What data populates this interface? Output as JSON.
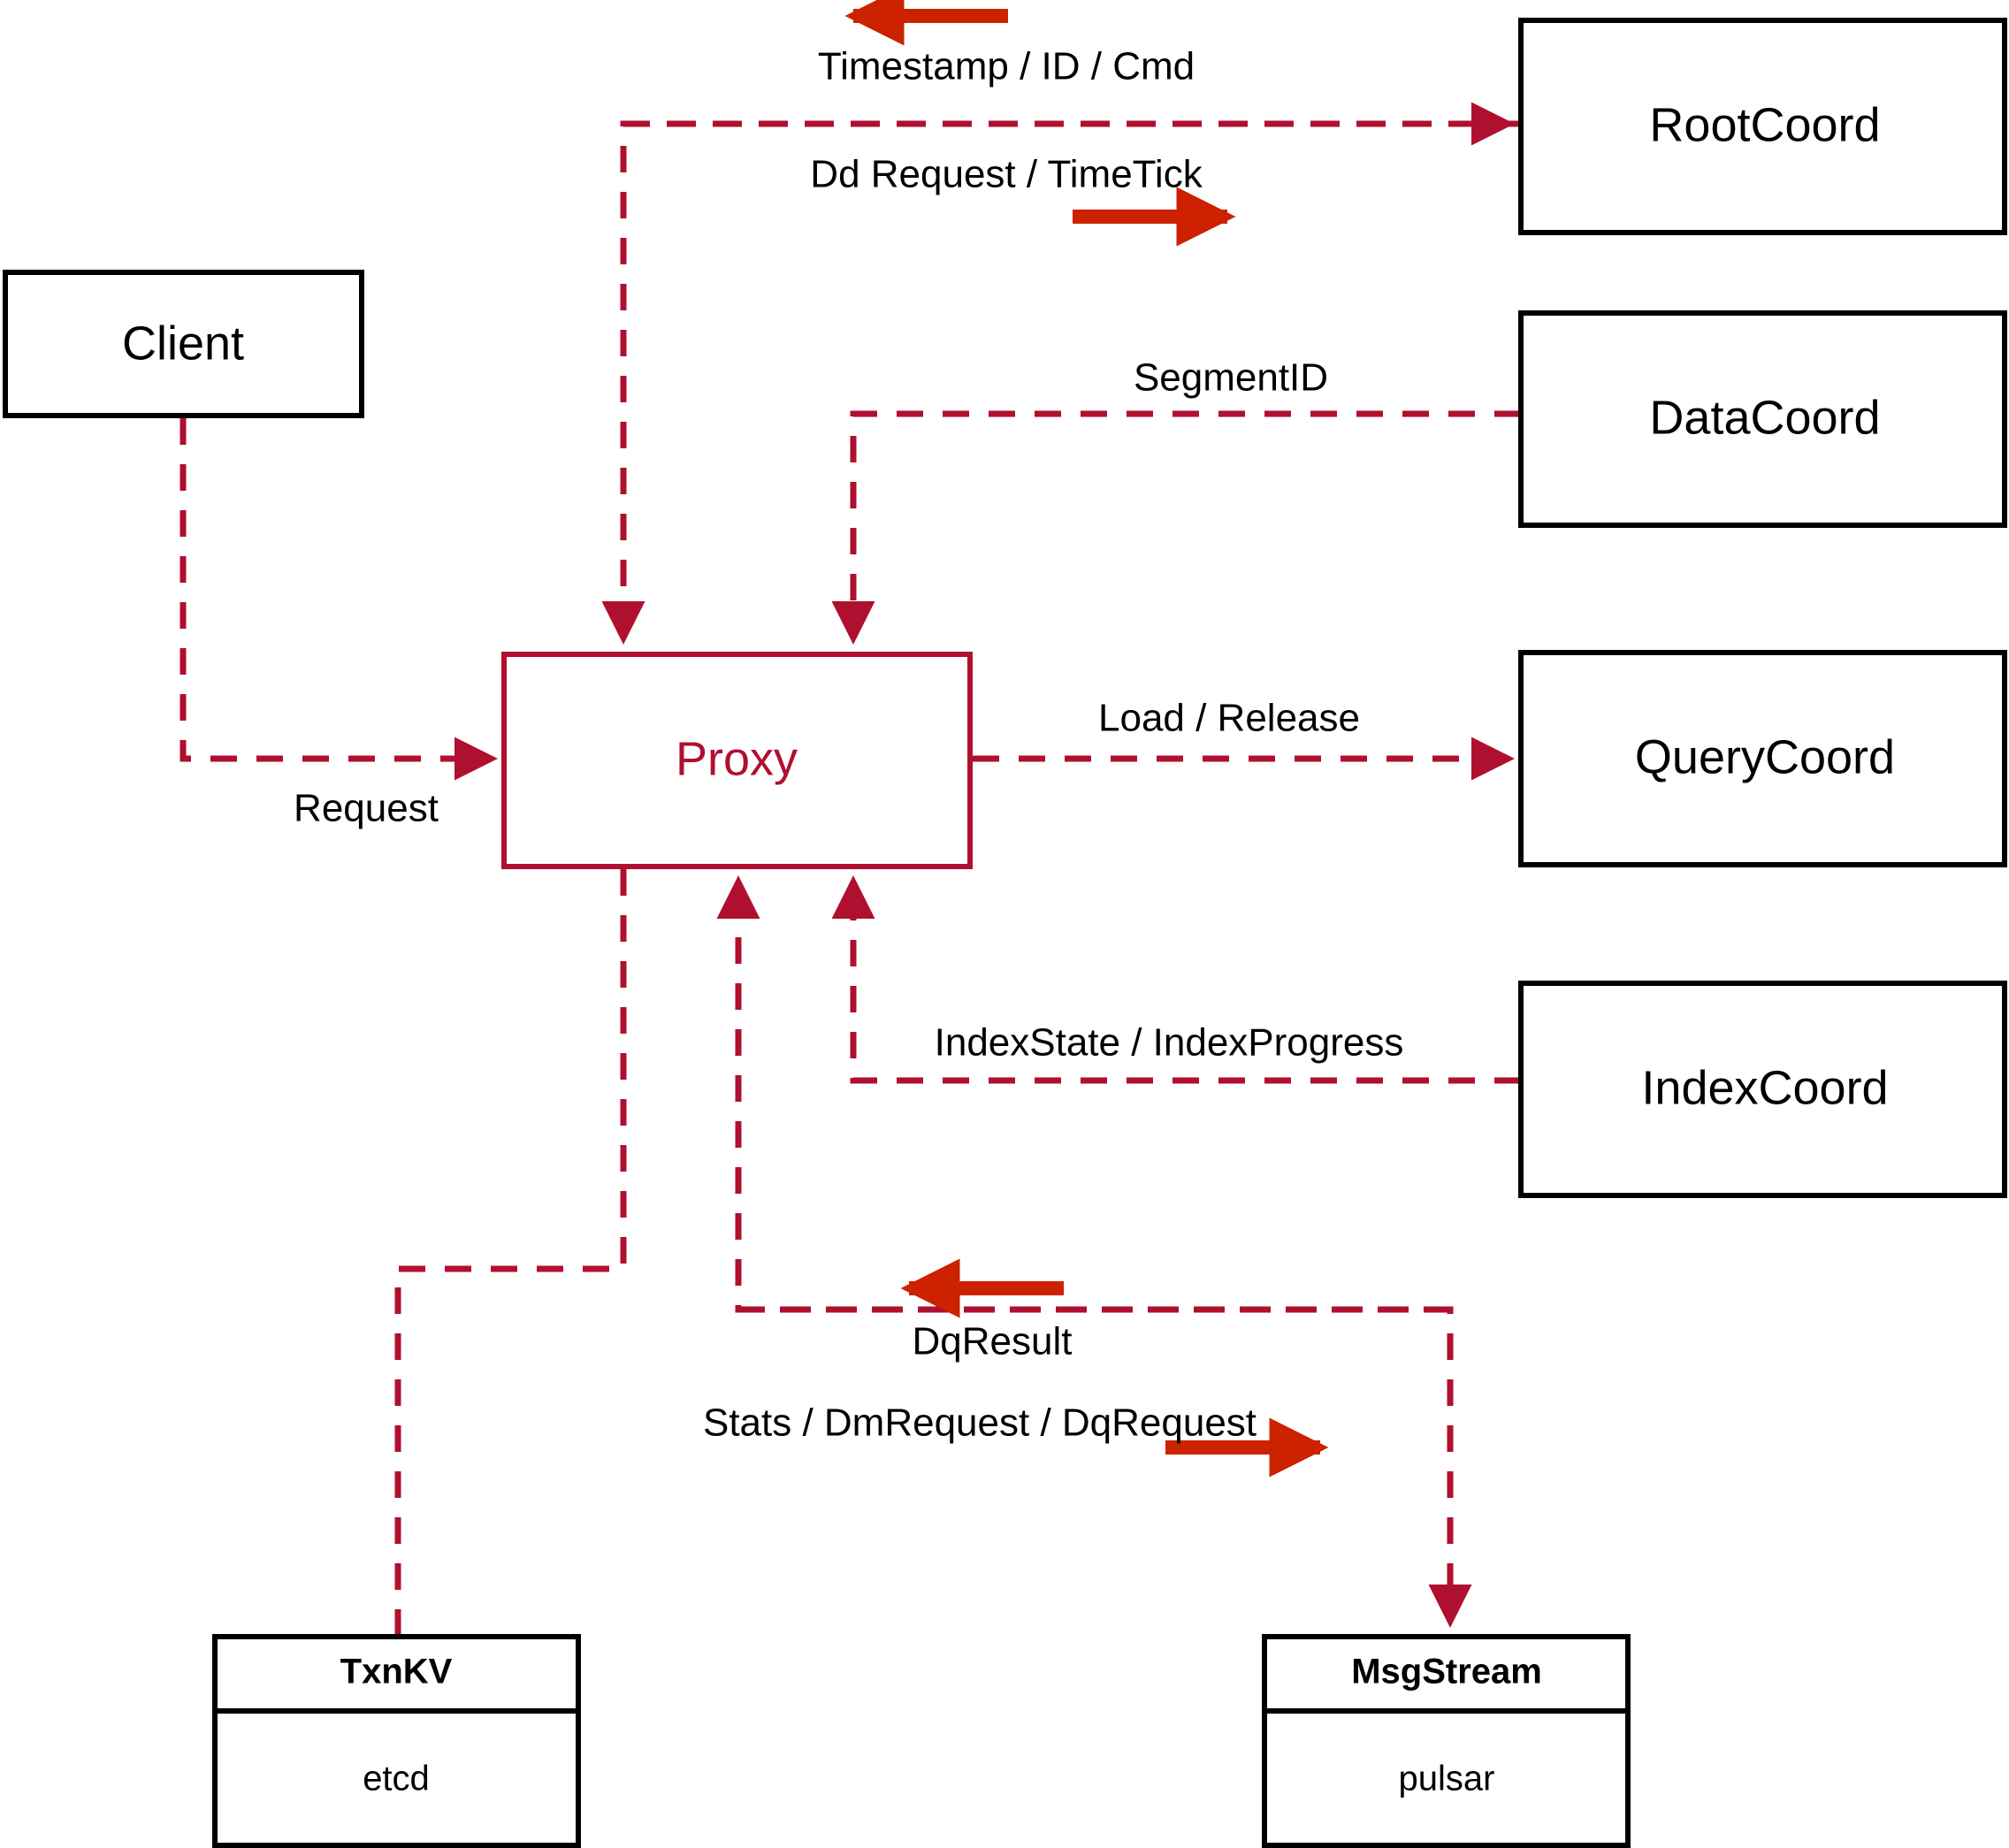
{
  "diagram": {
    "title": "Milvus Proxy Interaction Diagram",
    "colors": {
      "connector": "#B0102F",
      "direction_arrow": "#CC2200",
      "node_border": "#000000",
      "proxy_border": "#B0102F",
      "background": "#FFFFFF"
    }
  },
  "nodes": {
    "client": {
      "label": "Client"
    },
    "proxy": {
      "label": "Proxy"
    },
    "root_coord": {
      "label": "RootCoord"
    },
    "data_coord": {
      "label": "DataCoord"
    },
    "query_coord": {
      "label": "QueryCoord"
    },
    "index_coord": {
      "label": "IndexCoord"
    },
    "txnkv": {
      "title": "TxnKV",
      "body": "etcd"
    },
    "msgstream": {
      "title": "MsgStream",
      "body": "pulsar"
    }
  },
  "edges": [
    {
      "id": "client-request",
      "label": "Request",
      "from": "client",
      "to": "proxy",
      "direction": "right"
    },
    {
      "id": "rootcoord-response",
      "label": "Timestamp / ID / Cmd",
      "from": "root_coord",
      "to": "proxy",
      "direction": "left"
    },
    {
      "id": "rootcoord-request",
      "label": "Dd Request / TimeTick",
      "from": "proxy",
      "to": "root_coord",
      "direction": "right"
    },
    {
      "id": "datacoord-segmentid",
      "label": "SegmentID",
      "from": "data_coord",
      "to": "proxy",
      "direction": "left"
    },
    {
      "id": "querycoord-load",
      "label": "Load / Release",
      "from": "proxy",
      "to": "query_coord",
      "direction": "right"
    },
    {
      "id": "indexcoord-state",
      "label": "IndexState / IndexProgress",
      "from": "index_coord",
      "to": "proxy",
      "direction": "left"
    },
    {
      "id": "msgstream-result",
      "label": "DqResult",
      "from": "msgstream",
      "to": "proxy",
      "direction": "left"
    },
    {
      "id": "msgstream-request",
      "label": "Stats / DmRequest / DqRequest",
      "from": "proxy",
      "to": "msgstream",
      "direction": "right"
    }
  ]
}
